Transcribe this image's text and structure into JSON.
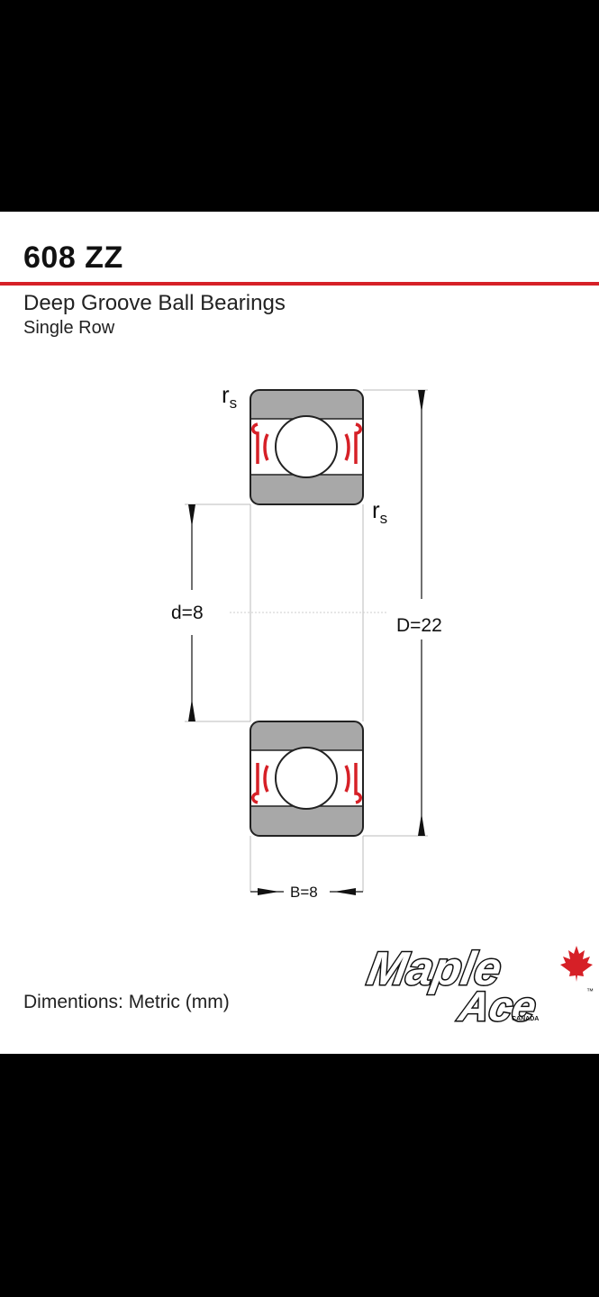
{
  "header": {
    "part_number": "608 ZZ",
    "product_type": "Deep Groove Ball Bearings",
    "row_type": "Single Row"
  },
  "diagram": {
    "radius_label_top": {
      "main": "r",
      "sub": "s"
    },
    "radius_label_bottom": {
      "main": "r",
      "sub": "s"
    },
    "inner_diameter_label": "d=8",
    "outer_diameter_label": "D=22",
    "width_label": "B=8",
    "colors": {
      "seal": "#d62027",
      "ring": "#a8a8a8",
      "accent": "#d62027"
    }
  },
  "footer": {
    "units_note": "Dimentions: Metric (mm)"
  },
  "logo": {
    "word1": "Maple",
    "word2": "Ace",
    "tagline": "CANADA",
    "trademark": "™"
  }
}
